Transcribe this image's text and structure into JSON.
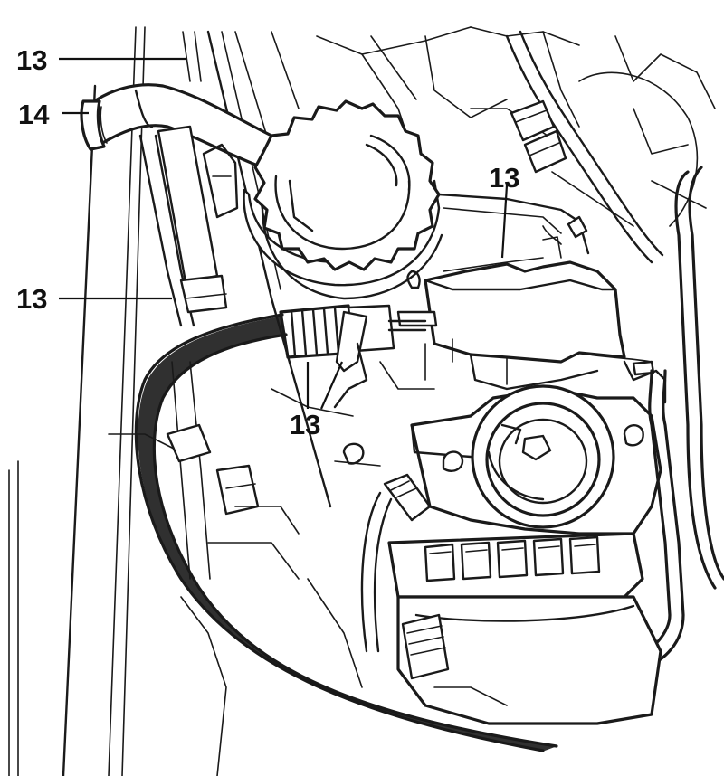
{
  "callouts": {
    "c1": "13",
    "c2": "14",
    "c3": "13",
    "c4": "13",
    "c5": "13"
  },
  "colors": {
    "line": "#1a1a1a",
    "background": "#ffffff"
  }
}
